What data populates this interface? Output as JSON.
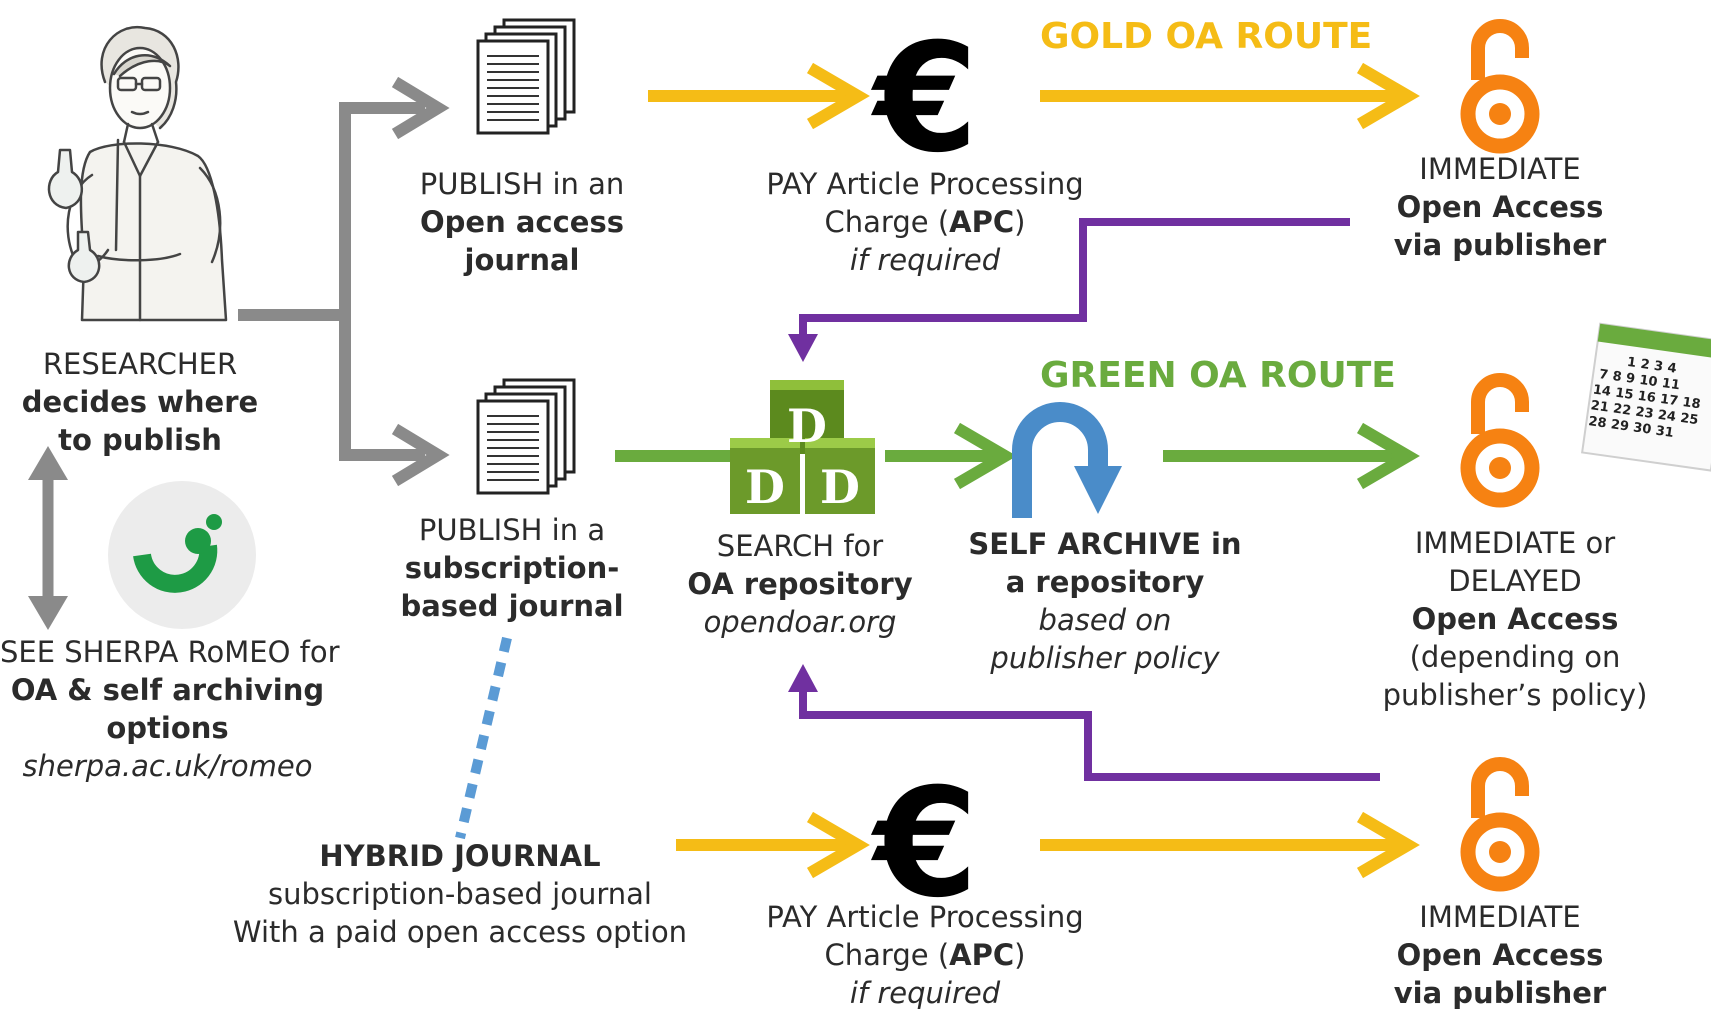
{
  "colors": {
    "gold": "#f5bc16",
    "green": "#6aab3e",
    "purple": "#7030a0",
    "grey": "#8a8a8a",
    "blue_dotted": "#5b9bd5",
    "oa_orange": "#f68212",
    "sherpa_green": "#1e9b45",
    "repo_cube_green": "#6c9a2a"
  },
  "icons": {
    "researcher": "researcher-illustration",
    "document": "document-stack-icon",
    "euro": "euro-sign-icon",
    "open_access": "open-access-lock-icon",
    "sherpa": "sherpa-romeo-logo",
    "opendoar": "opendoar-cubes-logo",
    "calendar": "calendar-icon",
    "self_archive": "curved-arrow-icon"
  },
  "euro_symbol": "€",
  "opendoar_letter": "D",
  "routes": {
    "gold": "GOLD OA ROUTE",
    "green": "GREEN OA ROUTE"
  },
  "researcher": {
    "line1": "RESEARCHER",
    "line2": "decides where",
    "line3": "to publish"
  },
  "sherpa": {
    "line1": "SEE SHERPA RoMEO for",
    "line2": "OA & self archiving",
    "line3": "options",
    "line4": "sherpa.ac.uk/romeo"
  },
  "publish_oa": {
    "line1": "PUBLISH in an",
    "line2": "Open access",
    "line3": "journal"
  },
  "publish_sub": {
    "line1": "PUBLISH in a",
    "line2": "subscription-",
    "line3": "based journal"
  },
  "pay_apc_top": {
    "line1": "PAY Article Processing",
    "line2_prefix": "Charge (",
    "line2_bold": "APC",
    "line2_suffix": ")",
    "line3": "if required"
  },
  "pay_apc_bottom": {
    "line1": "PAY Article Processing",
    "line2_prefix": "Charge (",
    "line2_bold": "APC",
    "line2_suffix": ")",
    "line3": "if required"
  },
  "immediate_top": {
    "line1": "IMMEDIATE",
    "line2": "Open Access",
    "line3": "via publisher"
  },
  "immediate_delayed": {
    "line1": "IMMEDIATE or",
    "line2": "DELAYED",
    "line3": "Open Access",
    "line4": "(depending on",
    "line5": "publisher’s policy)"
  },
  "immediate_bottom": {
    "line1": "IMMEDIATE",
    "line2": "Open Access",
    "line3": "via publisher"
  },
  "search_repo": {
    "line1": "SEARCH for",
    "line2": "OA repository",
    "line3": "opendoar.org"
  },
  "self_archive": {
    "line1": "SELF ARCHIVE in",
    "line2": "a repository",
    "line3": "based on",
    "line4": "publisher policy"
  },
  "hybrid": {
    "line1": "HYBRID JOURNAL",
    "line2": "subscription-based journal",
    "line3": "With a paid open access option"
  },
  "calendar": {
    "rows": [
      "1  2  3  4",
      "7  8  9 10 11",
      "14 15 16 17 18",
      "21 22 23 24 25",
      "28 29 30 31"
    ]
  }
}
